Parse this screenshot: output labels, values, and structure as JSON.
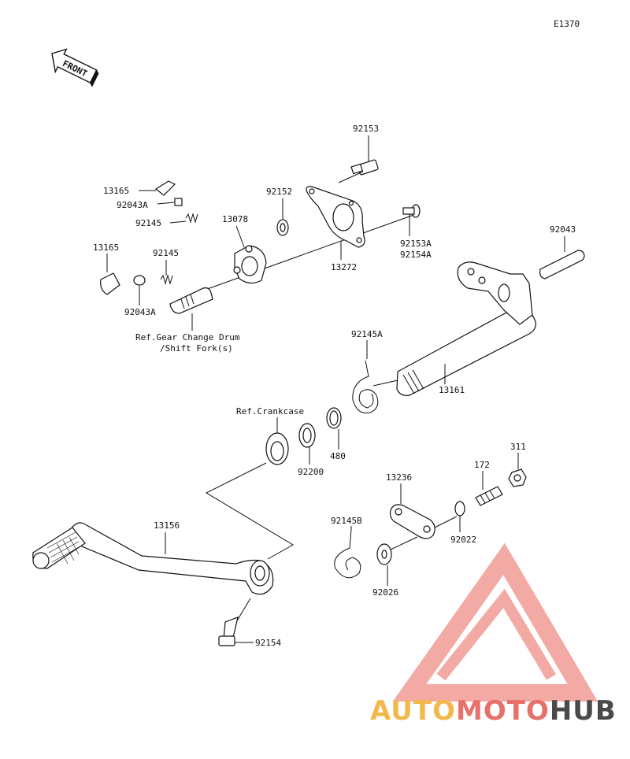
{
  "diagram_code": "E1370",
  "front_label": "FRONT",
  "parts": {
    "p92153": "92153",
    "p13165a": "13165",
    "p92043a_top": "92043A",
    "p92145_top": "92145",
    "p92152": "92152",
    "p13078": "13078",
    "p92153a": "92153A",
    "p92154a": "92154A",
    "p13272": "13272",
    "p13165b": "13165",
    "p92145_mid": "92145",
    "p92043a_bot": "92043A",
    "p92043": "92043",
    "p92145a": "92145A",
    "p13161": "13161",
    "p92200": "92200",
    "p480": "480",
    "p311": "311",
    "p172": "172",
    "p13236": "13236",
    "p92145b": "92145B",
    "p92022": "92022",
    "p92026": "92026",
    "p13156": "13156",
    "p92154": "92154"
  },
  "refs": {
    "gear_change_line1": "Ref.Gear Change Drum",
    "gear_change_line2": "/Shift Fork(s)",
    "crankcase": "Ref.Crankcase"
  },
  "watermark": {
    "part1": "AUTO",
    "part2": "MOTO",
    "part3": "HUB",
    "color_gold": "#f2b84b",
    "color_red": "#e8706a",
    "color_gray": "#4a4a4a",
    "logo_color": "#f29b95"
  }
}
